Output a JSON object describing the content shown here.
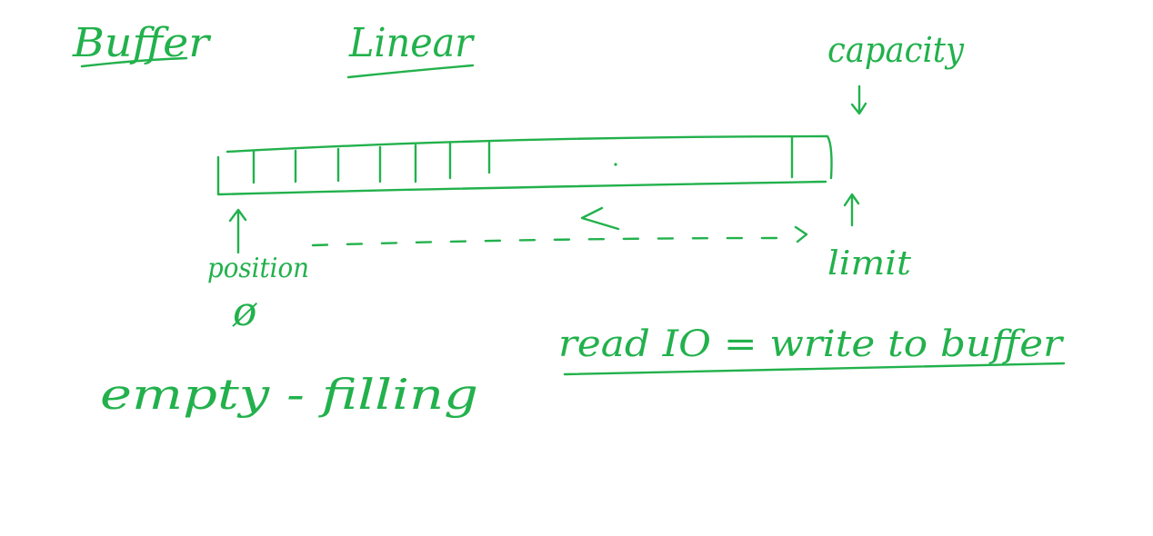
{
  "ink_color": "#22b14c",
  "background": "#ffffff",
  "labels": {
    "title": "Buffer",
    "mode": "Linear",
    "capacity": "capacity",
    "position": "position",
    "zero": "ø",
    "limit": "limit",
    "state": "empty - filling",
    "io_rule": "read IO = write to buffer"
  },
  "buffer": {
    "filled_slots": 7
  }
}
